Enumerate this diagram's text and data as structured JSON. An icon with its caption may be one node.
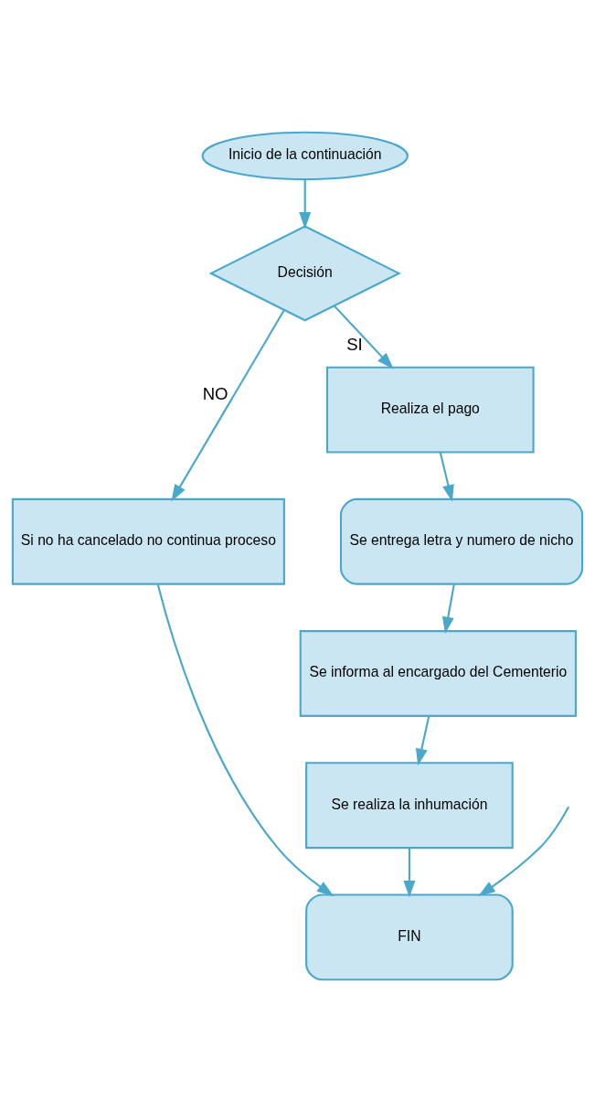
{
  "diagram": {
    "nodes": [
      {
        "text": [
          "Inicio de la continuación"
        ]
      },
      {
        "text": [
          "Decisión"
        ]
      },
      {
        "text": [
          "Si no ha cancelado no continua proceso"
        ]
      },
      {
        "text": [
          "Realiza el pago"
        ]
      },
      {
        "text": [
          "Se entrega letra y numero de nicho"
        ]
      },
      {
        "text": [
          "Se informa al encargado del Cementerio"
        ]
      },
      {
        "text": [
          "Se realiza la inhumación"
        ]
      },
      {
        "text": [
          "FIN"
        ]
      }
    ],
    "edges": [
      {
        "from": 0,
        "to": 1,
        "arrow": "to"
      },
      {
        "from": 1,
        "to": 2,
        "arrow": "to",
        "label": "NO"
      },
      {
        "from": 1,
        "to": 3,
        "arrow": "to",
        "label": "SI"
      },
      {
        "from": 3,
        "to": 4,
        "arrow": "to"
      },
      {
        "from": 4,
        "to": 5,
        "arrow": "to"
      },
      {
        "from": 5,
        "to": 6,
        "arrow": "to"
      },
      {
        "from": 6,
        "to": 7,
        "arrow": "to"
      },
      {
        "from": 2,
        "to": 7,
        "arrow": "to"
      },
      {
        "from": null,
        "to": 7,
        "arrow": "to"
      }
    ]
  }
}
